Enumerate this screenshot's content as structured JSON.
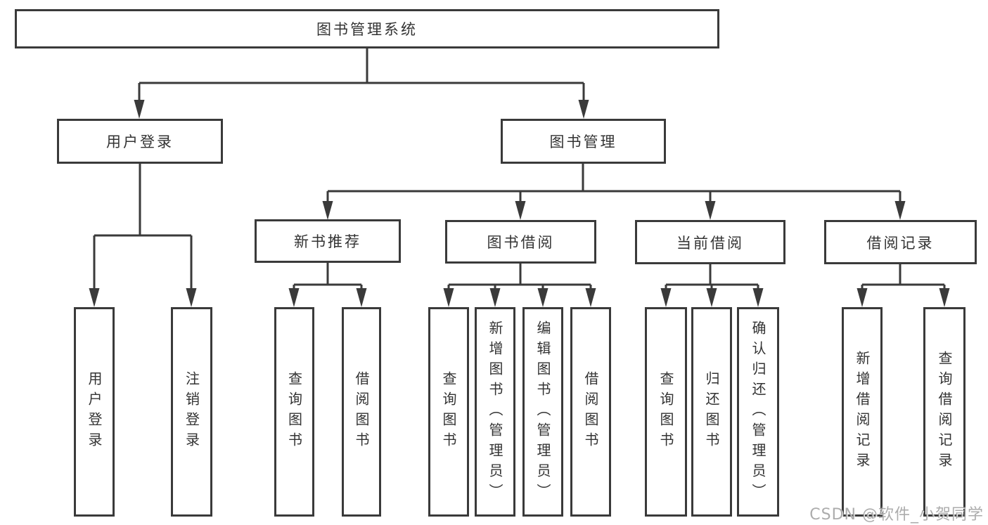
{
  "watermark": {
    "text": "CSDN @软件_小贺同学"
  },
  "colors": {
    "line": "#3a3a3a",
    "box_border": "#3a3a3a",
    "text": "#333333",
    "watermark": "#9e9e9e",
    "background": "#ffffff"
  },
  "tree": {
    "root": {
      "label": "图书管理系统"
    },
    "branches": [
      {
        "label": "用户登录",
        "children": [
          {
            "label": "用户登录"
          },
          {
            "label": "注销登录"
          }
        ]
      },
      {
        "label": "图书管理",
        "children": [
          {
            "label": "新书推荐",
            "children": [
              {
                "label": "查询图书"
              },
              {
                "label": "借阅图书"
              }
            ]
          },
          {
            "label": "图书借阅",
            "children": [
              {
                "label": "查询图书"
              },
              {
                "label": "新增图书（管理员）"
              },
              {
                "label": "编辑图书（管理员）"
              },
              {
                "label": "借阅图书"
              }
            ]
          },
          {
            "label": "当前借阅",
            "children": [
              {
                "label": "查询图书"
              },
              {
                "label": "归还图书"
              },
              {
                "label": "确认归还（管理员）"
              }
            ]
          },
          {
            "label": "借阅记录",
            "children": [
              {
                "label": "新增借阅记录"
              },
              {
                "label": "查询借阅记录"
              }
            ]
          }
        ]
      }
    ]
  }
}
